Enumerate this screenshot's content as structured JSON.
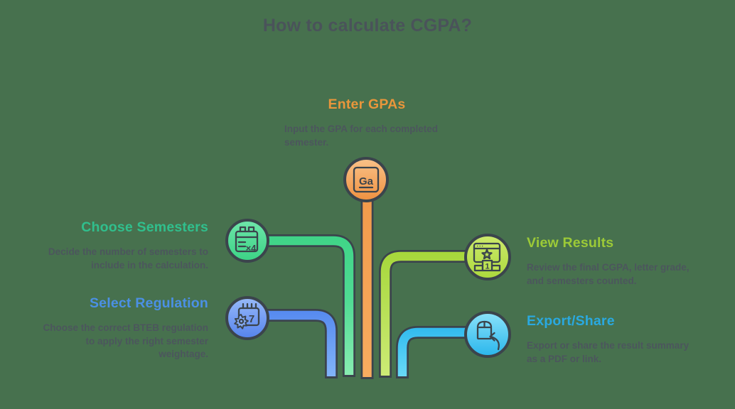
{
  "title": "How to calculate CGPA?",
  "palette": {
    "background": "#47714E",
    "outline": "#3B444C",
    "body_text": "#4C565D",
    "title_text": "#4A535A"
  },
  "steps": [
    {
      "id": "enter-gpas",
      "title": "Enter GPAs",
      "accent": "#E9963B",
      "description": "Input the GPA for each completed semester.",
      "icon": "gpa-element-tile-icon",
      "icon_label": "Ga"
    },
    {
      "id": "choose-semesters",
      "title": "Choose Semesters",
      "accent": "#30BF8D",
      "description": "Decide the number of semesters to include in the calculation.",
      "icon": "calendar-x4-icon",
      "icon_label": "×4"
    },
    {
      "id": "select-regulation",
      "title": "Select Regulation",
      "accent": "#4B90E4",
      "description": "Choose the correct BTEB regulation to apply the right semester weightage.",
      "icon": "calendar-gear-icon",
      "icon_label": "7"
    },
    {
      "id": "view-results",
      "title": "View Results",
      "accent": "#9CCA37",
      "description": "Review the final CGPA, letter grade, and semesters counted.",
      "icon": "winner-podium-icon",
      "icon_label": "1"
    },
    {
      "id": "export-share",
      "title": "Export/Share",
      "accent": "#2AA9E0",
      "description": "Export or share the result summary as a PDF or link.",
      "icon": "package-share-arrow-icon",
      "icon_label": ""
    }
  ]
}
